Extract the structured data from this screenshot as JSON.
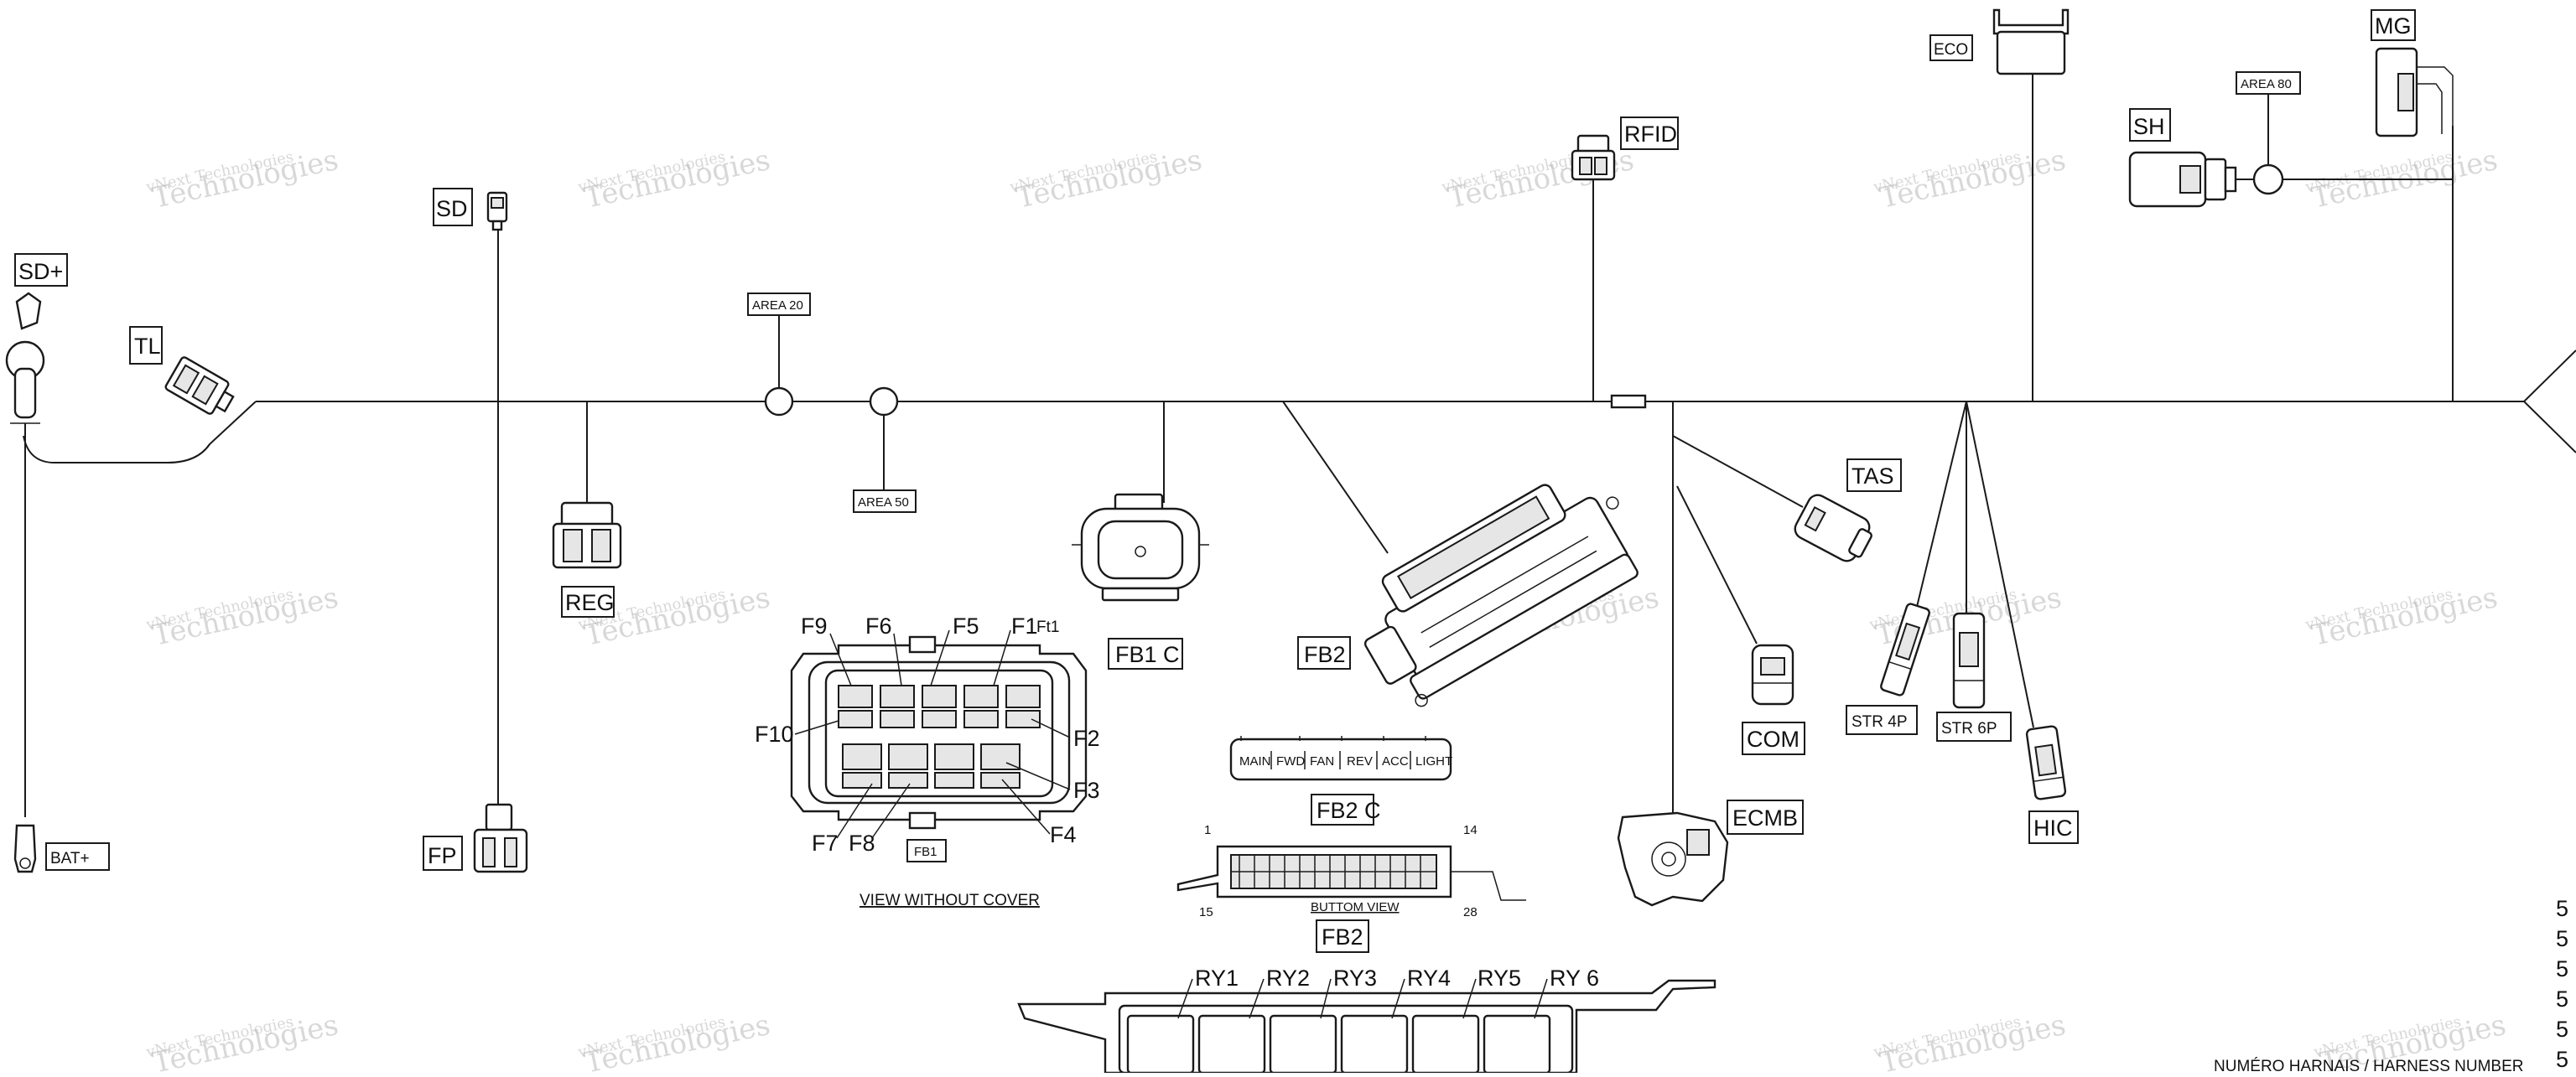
{
  "connectors": {
    "sd_plus": "SD+",
    "bat_plus": "BAT+",
    "tl": "TL",
    "sd": "SD",
    "fp": "FP",
    "reg": "REG",
    "fb1c": "FB1 C",
    "fb2": "FB2",
    "fb2c": "FB2 C",
    "fb2_bottom": "FB2",
    "rfid": "RFID",
    "eco": "ECO",
    "mg": "MG",
    "sh": "SH",
    "tas": "TAS",
    "com": "COM",
    "ecmb": "ECMB",
    "str4p": "STR 4P",
    "str6p": "STR 6P",
    "hic": "HIC",
    "fb1": "FB1"
  },
  "areas": {
    "area20": "AREA 20",
    "area50": "AREA 50",
    "area80": "AREA 80"
  },
  "fuses": [
    "F9",
    "F6",
    "F5",
    "F1",
    "F2",
    "F3",
    "F4",
    "F7",
    "F8",
    "F10"
  ],
  "fuse_extra": "Ft1",
  "fuse_box_caption": "VIEW WITHOUT COVER",
  "fb2c_slots": [
    "MAIN",
    "FWD",
    "FAN",
    "REV",
    "ACC",
    "LIGHT"
  ],
  "bottom_view": {
    "caption": "BUTTOM VIEW",
    "pin_1": "1",
    "pin_14": "14",
    "pin_15": "15",
    "pin_28": "28"
  },
  "relays": [
    "RY1",
    "RY2",
    "RY3",
    "RY4",
    "RY5",
    "RY 6"
  ],
  "harness_number": "NUMÉRO HARNAIS / HARNESS NUMBER",
  "edge_numbers": [
    "5",
    "5",
    "5",
    "5",
    "5",
    "5"
  ],
  "watermark": {
    "line1": "vNext Technologies",
    "line2": "Technologies"
  }
}
